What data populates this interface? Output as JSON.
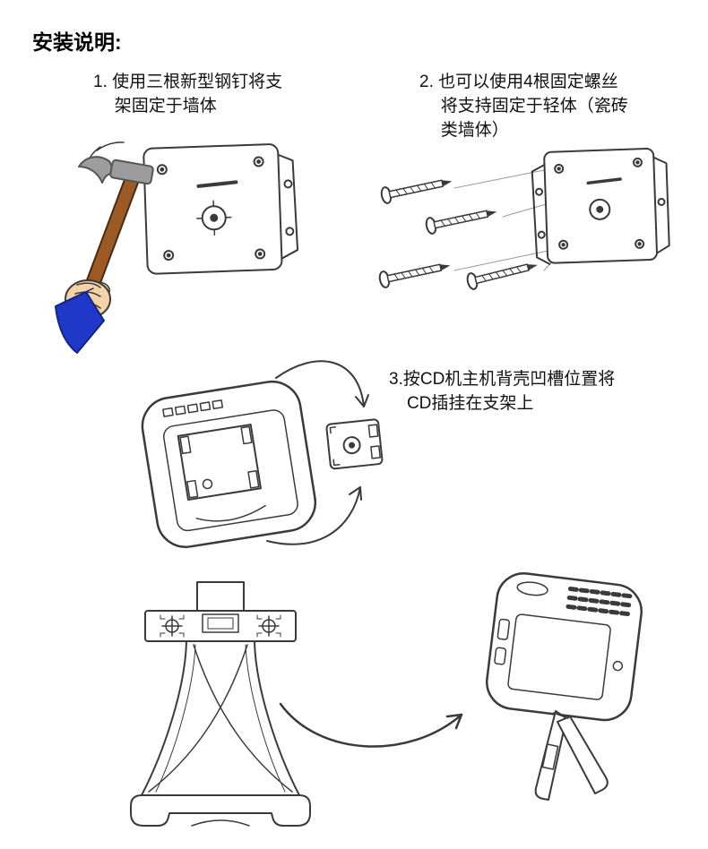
{
  "page": {
    "title": "安装说明:"
  },
  "steps": {
    "step1": "1. 使用三根新型钢钉将支\n架固定于墙体",
    "step2": "2. 也可以使用4根固定螺丝\n将支持固定于轻体（瓷砖\n类墙体）",
    "step3": "3.按CD机主机背壳凹槽位置将\nCD插挂在支架上"
  },
  "illustrations": {
    "step1_icon": "hammer-nailing-wall-bracket",
    "step2_icon": "four-screws-into-wall-bracket",
    "step3_icon": "cd-player-back-with-mount-plate",
    "bottom_left_icon": "desktop-stand-bracket",
    "bottom_right_icon": "cd-player-with-kickstand",
    "arrow_icon": "curved-arrow-right"
  },
  "colors": {
    "line": "#3a3a3a",
    "hammer_head": "#9c9c9c",
    "hammer_handle": "#9b5a26",
    "hand": "#f6d3a7",
    "sleeve": "#2038c8",
    "background": "#ffffff"
  }
}
